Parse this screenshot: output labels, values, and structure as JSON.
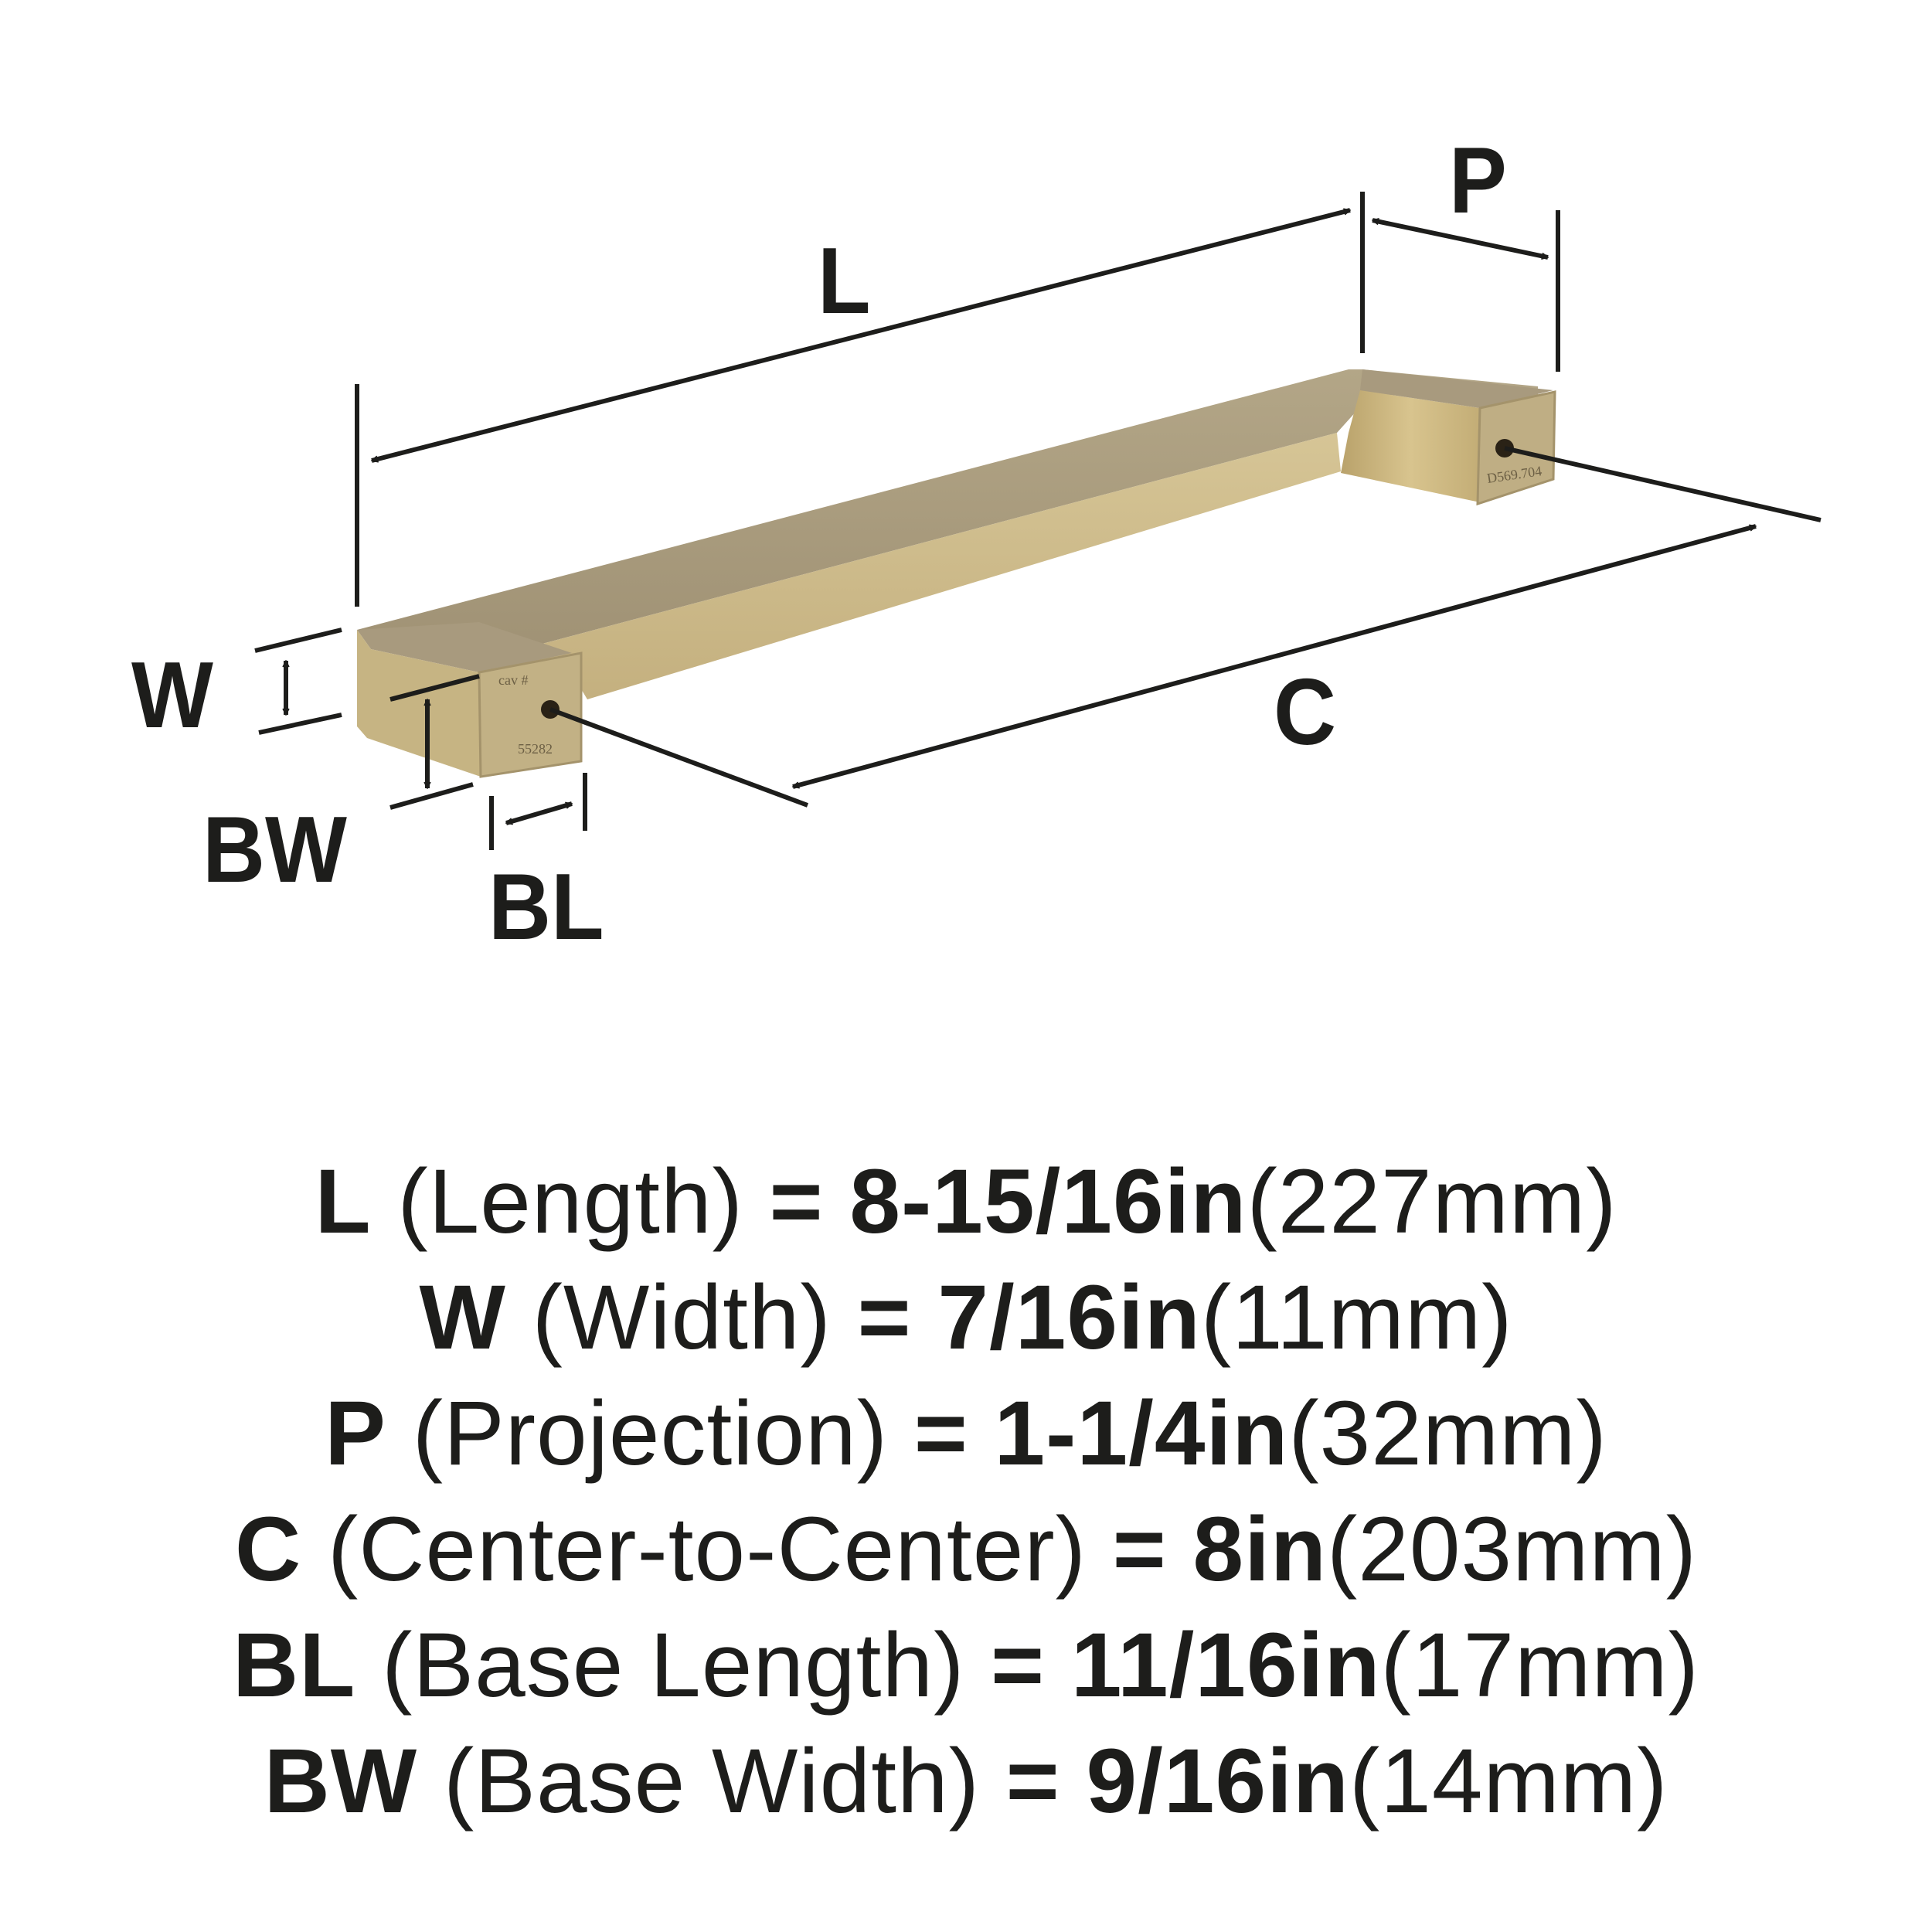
{
  "diagram": {
    "product": "cabinet pull handle",
    "finish_colors": {
      "top": "#a89a7e",
      "front": "#cdbb8f",
      "face": "#bfae84",
      "inner": "#c8b27a",
      "dark": "#8e7f60"
    },
    "line_color": "#1d1d1b",
    "labels": {
      "L": "L",
      "P": "P",
      "C": "C",
      "W": "W",
      "BW": "BW",
      "BL": "BL"
    },
    "engravings": {
      "left_top": "cav #",
      "left_bottom": "55282",
      "right": "D569.704"
    }
  },
  "specs": [
    {
      "code": "L",
      "name": "(Length)",
      "eq": "=",
      "inch": "8-15/16in",
      "mm": "(227mm)"
    },
    {
      "code": "W",
      "name": "(Width)",
      "eq": "=",
      "inch": "7/16in",
      "mm": "(11mm)"
    },
    {
      "code": "P",
      "name": "(Projection)",
      "eq": "=",
      "inch": "1-1/4in",
      "mm": "(32mm)"
    },
    {
      "code": "C",
      "name": "(Center-to-Center)",
      "eq": "=",
      "inch": "8in",
      "mm": "(203mm)"
    },
    {
      "code": "BL",
      "name": "(Base Length)",
      "eq": "=",
      "inch": "11/16in",
      "mm": "(17mm)"
    },
    {
      "code": "BW",
      "name": "(Base Width)",
      "eq": "=",
      "inch": "9/16in",
      "mm": "(14mm)"
    }
  ]
}
